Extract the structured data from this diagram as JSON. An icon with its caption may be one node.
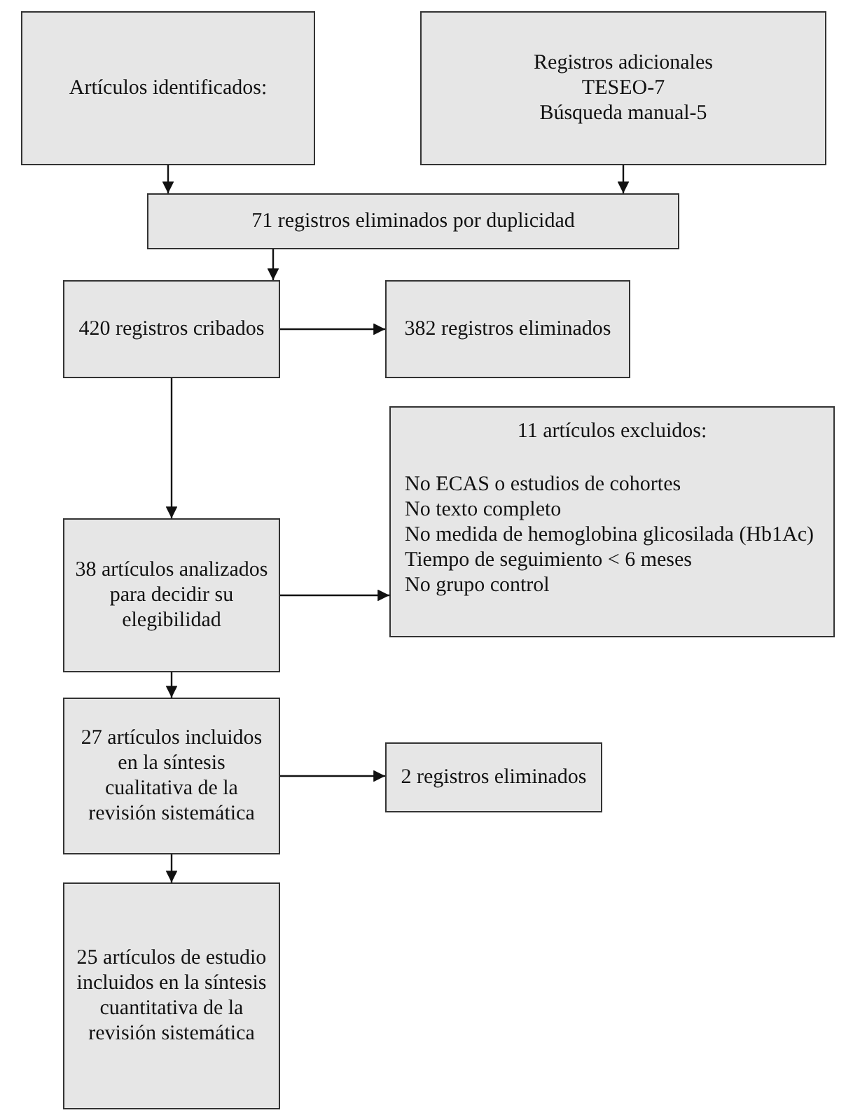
{
  "diagram": {
    "nodes": [
      {
        "text": [
          "Artículos identificados:"
        ]
      },
      {
        "text": [
          "Registros adicionales",
          "TESEO-7",
          "Búsqueda manual-5"
        ]
      },
      {
        "text": [
          "71 registros eliminados por duplicidad"
        ]
      },
      {
        "text": [
          "420 registros cribados"
        ]
      },
      {
        "text": [
          "382 registros eliminados"
        ]
      },
      {
        "text": [
          "38 artículos analizados para decidir su elegibilidad"
        ]
      },
      {
        "text": [
          "11 artículos excluidos:",
          "No ECAS o estudios de cohortes",
          "No texto completo",
          "No medida de hemoglobina glicosilada (Hb1Ac)",
          "Tiempo de seguimiento < 6 meses",
          "No grupo control"
        ]
      },
      {
        "text": [
          "27 artículos incluidos en la síntesis cualitativa de la revisión sistemática"
        ]
      },
      {
        "text": [
          "2 registros eliminados"
        ]
      },
      {
        "text": [
          "25 artículos de estudio incluidos en la síntesis cuantitativa de la revisión sistemática"
        ]
      }
    ],
    "edges": [
      {
        "from": 0,
        "to": 2,
        "arrow": "to"
      },
      {
        "from": 1,
        "to": 2,
        "arrow": "to"
      },
      {
        "from": 2,
        "to": 3,
        "arrow": "to"
      },
      {
        "from": 3,
        "to": 4,
        "arrow": "to"
      },
      {
        "from": 3,
        "to": 5,
        "arrow": "to"
      },
      {
        "from": 5,
        "to": 6,
        "arrow": "to"
      },
      {
        "from": 5,
        "to": 7,
        "arrow": "to"
      },
      {
        "from": 7,
        "to": 8,
        "arrow": "to"
      },
      {
        "from": 7,
        "to": 9,
        "arrow": "to"
      }
    ]
  }
}
